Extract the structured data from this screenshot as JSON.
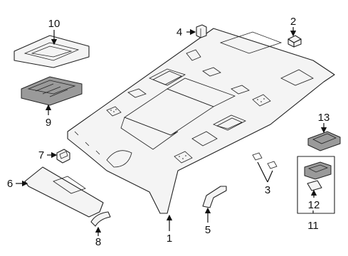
{
  "callouts": {
    "c1": "1",
    "c2": "2",
    "c3": "3",
    "c4": "4",
    "c5": "5",
    "c6": "6",
    "c7": "7",
    "c8": "8",
    "c9": "9",
    "c10": "10",
    "c11": "11",
    "c12": "12",
    "c13": "13"
  },
  "colors": {
    "line": "#222222",
    "background": "#ffffff"
  }
}
